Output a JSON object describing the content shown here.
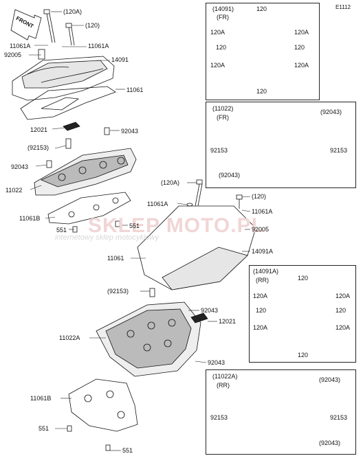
{
  "diagram_code": "E1112",
  "front_label": "FRONT",
  "watermark": {
    "brand": "SKLEP MOTO.PL",
    "tagline": "internetowy sklep motocyklowy"
  },
  "callouts": {
    "a": "(120A)",
    "b": "(120)",
    "c": "11061A",
    "d": "11061A",
    "e": "92005",
    "f": "14091",
    "g": "11061",
    "h": "12021",
    "i": "92043",
    "j": "(92153)",
    "k": "92043",
    "l": "11022",
    "m": "11061B",
    "n": "551",
    "o": "551",
    "p": "(120A)",
    "q": "11061A",
    "r": "(120)",
    "s": "11061A",
    "t": "92005",
    "u": "11061",
    "v": "14091A",
    "w": "(92153)",
    "x": "92043",
    "y": "12021",
    "z": "11022A",
    "aa": "92043",
    "ab": "11061B",
    "ac": "551",
    "ad": "551"
  },
  "insets": {
    "cover_fr": {
      "title": "(14091)",
      "sub": "(FR)",
      "l1": "120",
      "l2": "120A",
      "l3": "120A",
      "l4": "120",
      "l5": "120",
      "l6": "120A",
      "l7": "120A",
      "l8": "120"
    },
    "head_fr": {
      "title": "(11022)",
      "sub": "(FR)",
      "l1": "(92043)",
      "l2": "92153",
      "l3": "92153",
      "l4": "(92043)"
    },
    "cover_rr": {
      "title": "(14091A)",
      "sub": "(RR)",
      "l1": "120",
      "l2": "120A",
      "l3": "120A",
      "l4": "120",
      "l5": "120",
      "l6": "120A",
      "l7": "120A",
      "l8": "120"
    },
    "head_rr": {
      "title": "(11022A)",
      "sub": "(RR)",
      "l1": "(92043)",
      "l2": "92153",
      "l3": "92153",
      "l4": "(92043)"
    }
  }
}
